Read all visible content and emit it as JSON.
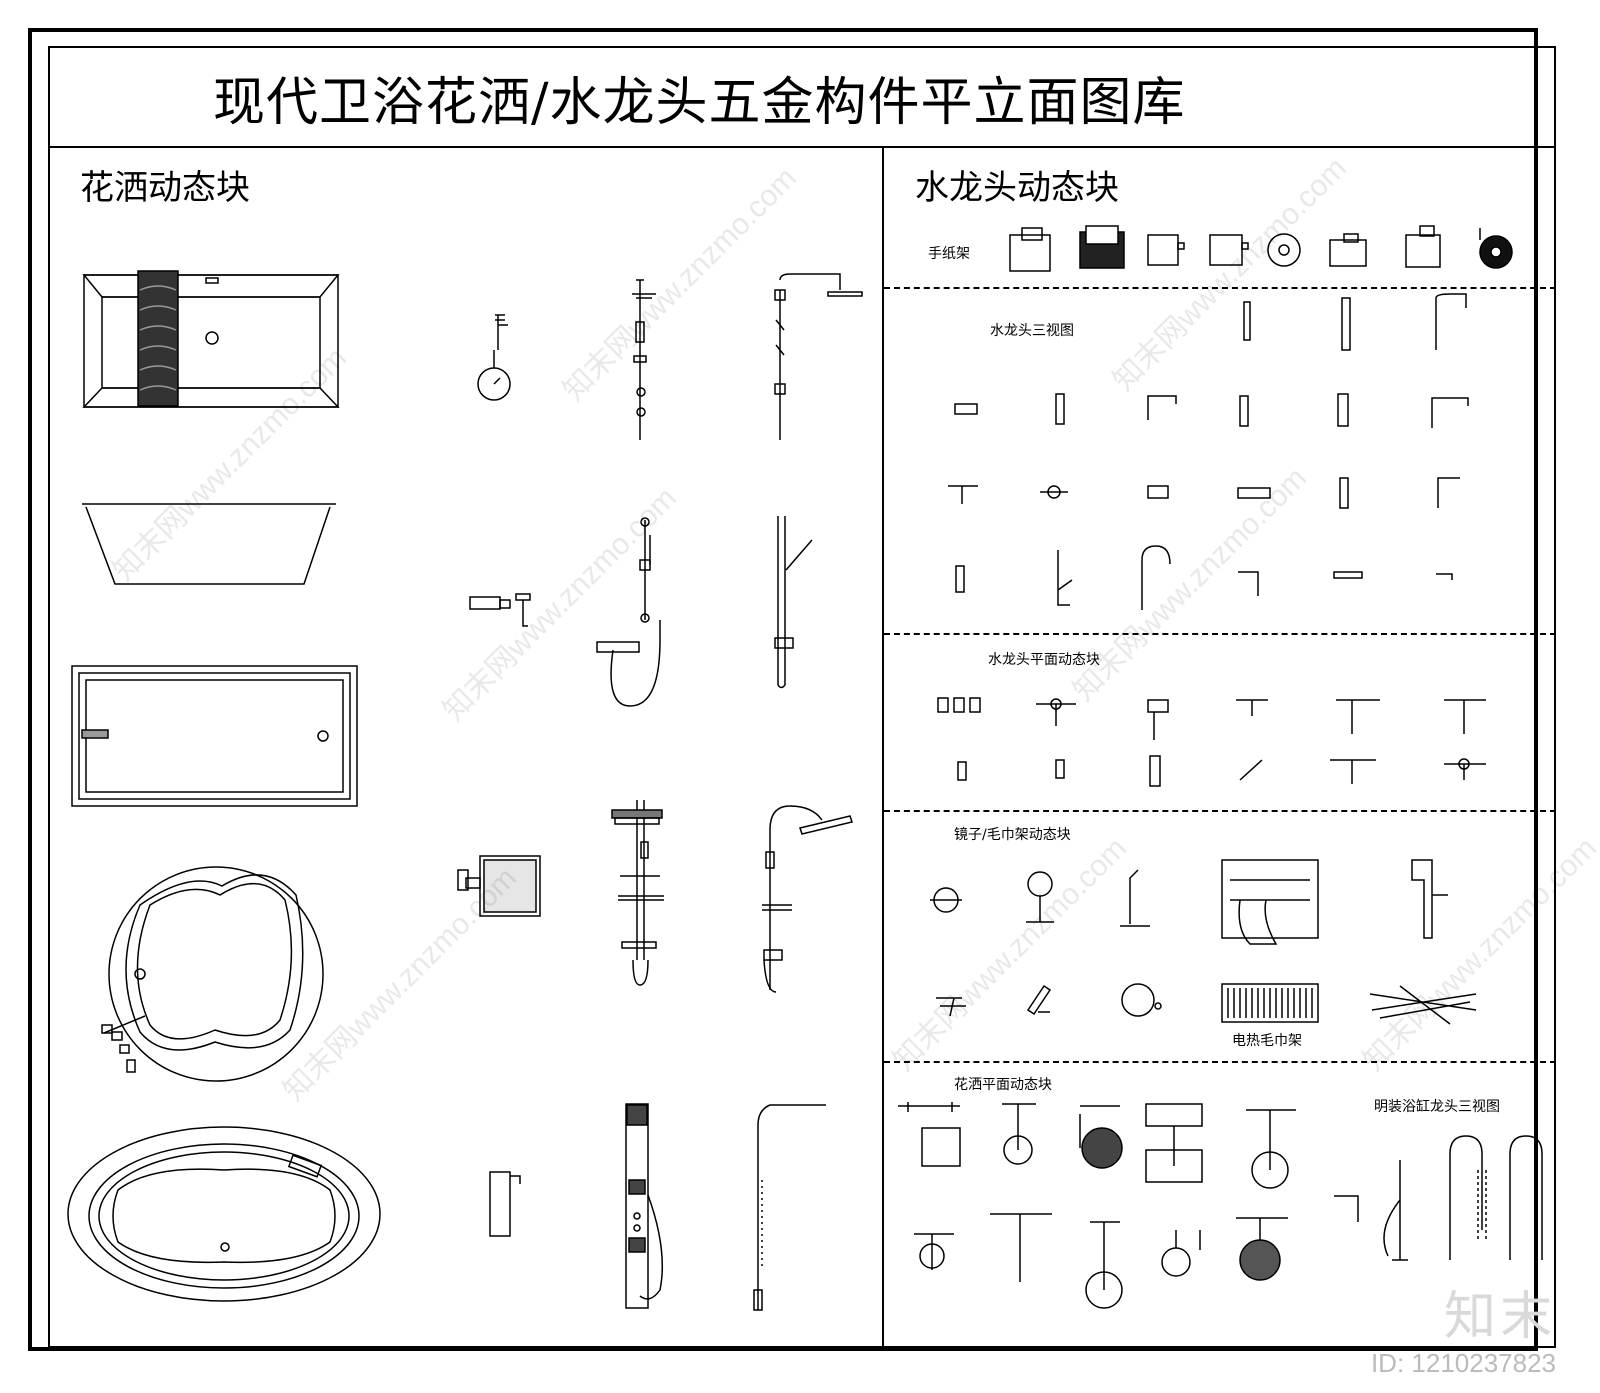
{
  "title": "现代卫浴花洒/水龙头五金构件平立面图库",
  "left_section": {
    "title": "花洒动态块"
  },
  "right_section": {
    "title": "水龙头动态块",
    "labels": {
      "paper_holder": "手纸架",
      "faucet_three_view": "水龙头三视图",
      "faucet_plan_block": "水龙头平面动态块",
      "mirror_towel_block": "镜子/毛巾架动态块",
      "heated_towel_rack": "电热毛巾架",
      "shower_plan_block": "花洒平面动态块",
      "bath_faucet_three_view": "明装浴缸龙头三视图"
    }
  },
  "watermark": {
    "logo": "知末",
    "id": "ID: 1210237823",
    "site": "知末网www.znzmo.com"
  }
}
